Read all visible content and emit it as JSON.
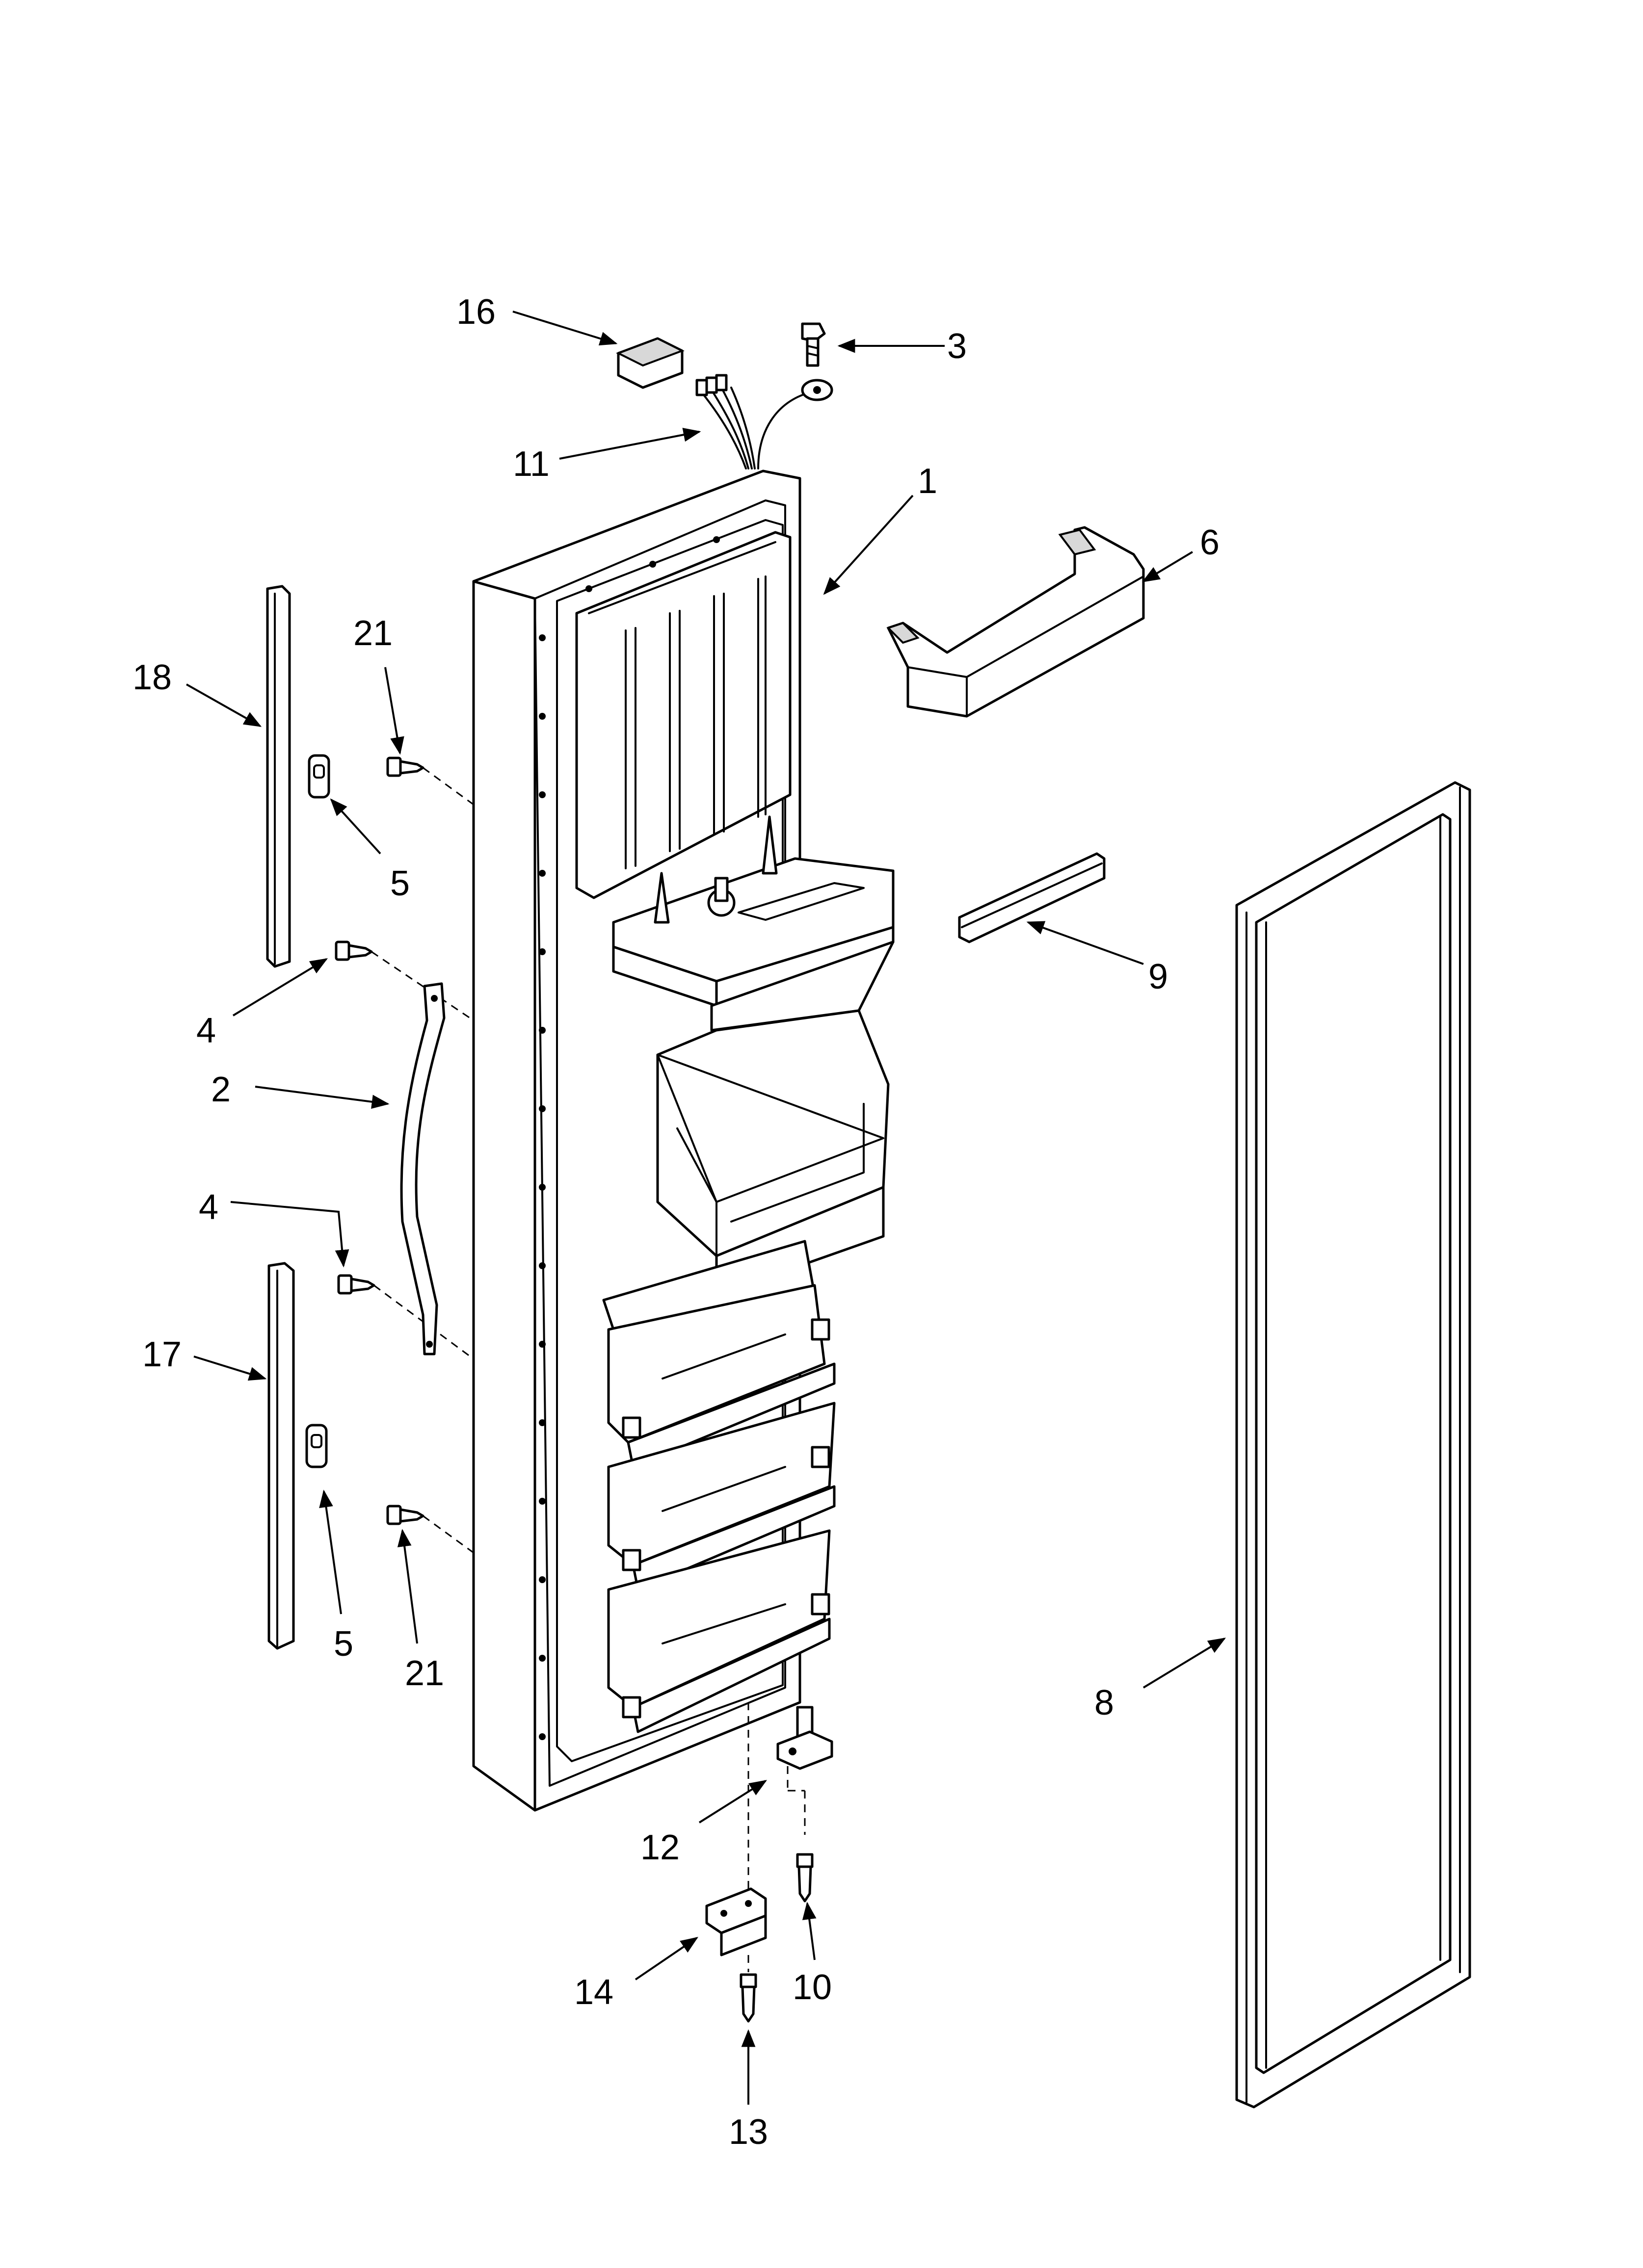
{
  "callouts": {
    "c1": "1",
    "c2": "2",
    "c3": "3",
    "c4a": "4",
    "c4b": "4",
    "c5a": "5",
    "c5b": "5",
    "c6": "6",
    "c8": "8",
    "c9": "9",
    "c10": "10",
    "c11": "11",
    "c12": "12",
    "c13": "13",
    "c14": "14",
    "c16": "16",
    "c17": "17",
    "c18": "18",
    "c21a": "21",
    "c21b": "21"
  }
}
